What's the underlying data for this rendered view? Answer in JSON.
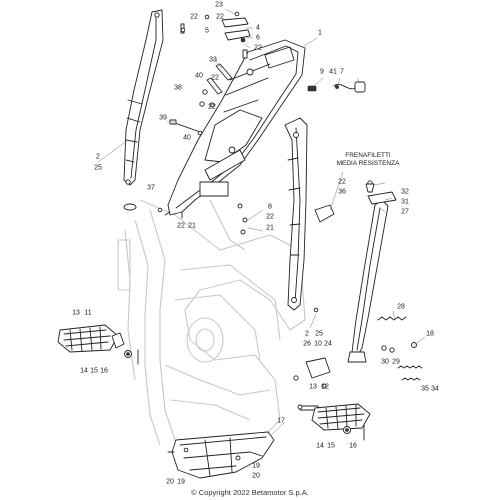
{
  "annotation": {
    "line1": "FRENAFILETTI",
    "line2": "MEDIA RESISTENZA"
  },
  "copyright": "© Copyright 2022 Betamotor S.p.A.",
  "callout": {
    "23": "23",
    "22": "22",
    "5": "5",
    "4": "4",
    "6": "6",
    "1": "1",
    "33": "33",
    "40": "40",
    "38": "38",
    "9": "9",
    "41": "41",
    "7": "7",
    "39": "39",
    "2": "2",
    "25": "25",
    "37": "37",
    "32": "32",
    "31": "31",
    "27": "27",
    "36": "36",
    "8": "8",
    "21": "21",
    "28": "28",
    "13": "13",
    "11": "11",
    "14": "14",
    "15": "15",
    "16": "16",
    "26": "26",
    "10": "10",
    "24": "24",
    "18": "18",
    "30": "30",
    "29": "29",
    "35": "35",
    "34": "34",
    "12": "12",
    "17": "17",
    "20": "20",
    "19": "19"
  }
}
